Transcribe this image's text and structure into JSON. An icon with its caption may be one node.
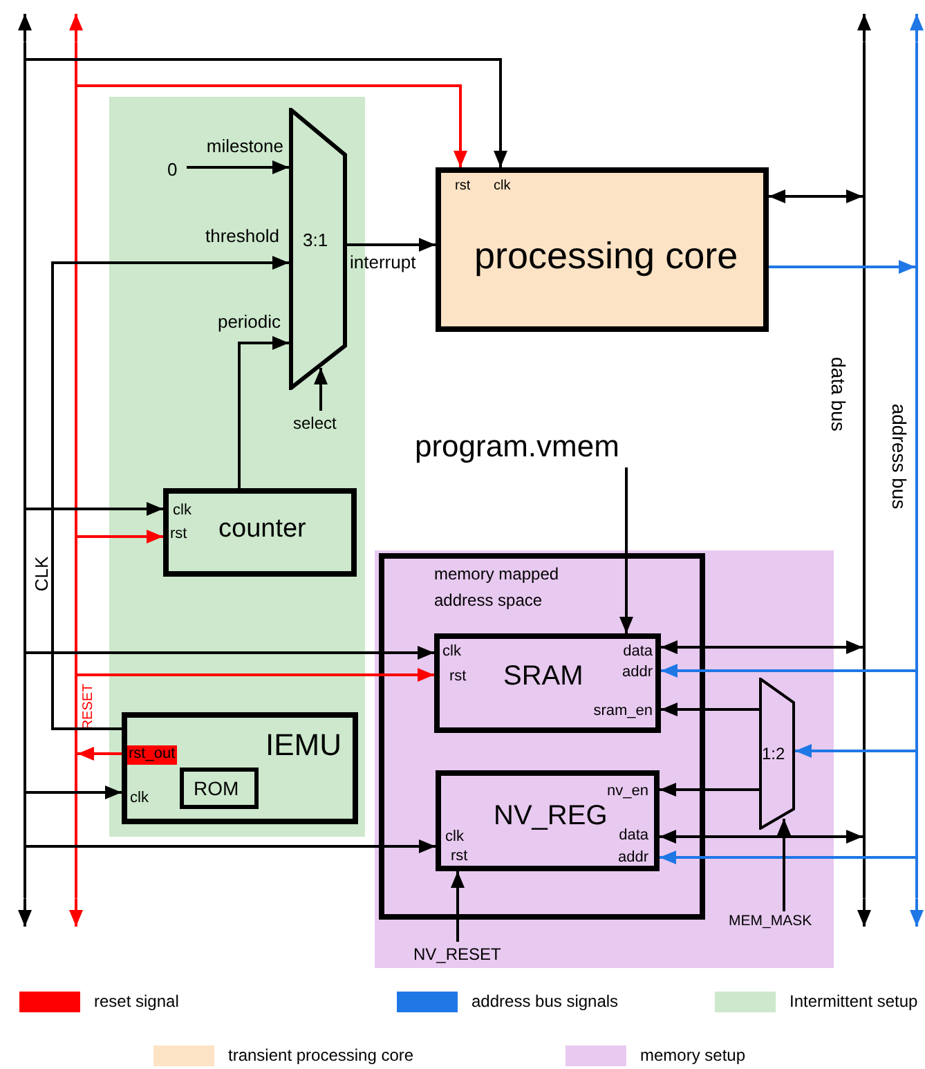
{
  "diagram": {
    "nodes": [
      {
        "text": [],
        "shape": "box"
      },
      {
        "text": [],
        "shape": "box"
      },
      {
        "text": [
          "3:1"
        ],
        "in": 0
      },
      {
        "text": [
          "0"
        ],
        "in": 0
      },
      {
        "text": [
          "select"
        ],
        "in": 0
      },
      {
        "text": [
          "rst",
          "clk",
          "processing core"
        ]
      },
      {
        "text": [
          "clk",
          "rst",
          "counter"
        ],
        "in": 0
      },
      {
        "text": [
          "IEMU",
          "rst_out",
          "clk"
        ],
        "in": 0
      },
      {
        "text": [
          "ROM"
        ],
        "in": 7
      },
      {
        "text": [
          "memory mapped address space"
        ],
        "in": 1
      },
      {
        "text": [
          "clk",
          "rst",
          "SRAM",
          "data",
          "addr",
          "sram_en"
        ],
        "in": 9
      },
      {
        "text": [
          "nv_en",
          "NV_REG",
          "clk",
          "rst",
          "data",
          "addr"
        ],
        "in": 9
      },
      {
        "text": [
          "1:2"
        ],
        "in": 1
      },
      {
        "text": [
          "program.vmem"
        ]
      },
      {
        "text": [
          "NV_RESET"
        ],
        "in": 1
      },
      {
        "text": [
          "MEM_MASK"
        ],
        "in": 1
      },
      {
        "text": [],
        "shape": "bar",
        "beside": [
          "CLK"
        ]
      },
      {
        "text": [],
        "shape": "bar",
        "beside": [
          "RESET"
        ]
      },
      {
        "text": [],
        "shape": "bar",
        "beside": [
          "data bus"
        ]
      },
      {
        "text": [],
        "shape": "bar",
        "beside": [
          "address bus"
        ]
      }
    ],
    "edges": [
      {
        "from": 16,
        "to": 5,
        "arrow": "to"
      },
      {
        "from": 17,
        "to": 5,
        "arrow": "to",
        "color": "#ff0000"
      },
      {
        "from": 3,
        "to": 2,
        "arrow": "to",
        "label": "milestone"
      },
      {
        "from": 7,
        "to": 2,
        "arrow": "to",
        "label": "threshold"
      },
      {
        "from": 6,
        "to": 2,
        "arrow": "to",
        "label": "periodic"
      },
      {
        "from": 4,
        "to": 2,
        "arrow": "to"
      },
      {
        "from": 2,
        "to": 5,
        "arrow": "to",
        "label": "interrupt"
      },
      {
        "from": 5,
        "to": 18,
        "arrow": "both"
      },
      {
        "from": 5,
        "to": 19,
        "arrow": "to",
        "color": "#1f77e6"
      },
      {
        "from": 16,
        "to": 6,
        "arrow": "to"
      },
      {
        "from": 17,
        "to": 6,
        "arrow": "to",
        "color": "#ff0000"
      },
      {
        "from": 16,
        "to": 10,
        "arrow": "to"
      },
      {
        "from": 17,
        "to": 10,
        "arrow": "to",
        "color": "#ff0000"
      },
      {
        "from": 7,
        "to": 17,
        "arrow": "to",
        "color": "#ff0000"
      },
      {
        "from": 16,
        "to": 7,
        "arrow": "to"
      },
      {
        "from": 16,
        "to": 11,
        "arrow": "to"
      },
      {
        "from": 13,
        "to": 10,
        "arrow": "to"
      },
      {
        "from": 14,
        "to": 11,
        "arrow": "to"
      },
      {
        "from": 10,
        "to": 18,
        "arrow": "both"
      },
      {
        "from": 19,
        "to": 10,
        "arrow": "to",
        "color": "#1f77e6"
      },
      {
        "from": 12,
        "to": 10,
        "arrow": "to"
      },
      {
        "from": 12,
        "to": 11,
        "arrow": "to"
      },
      {
        "from": 19,
        "to": 12,
        "arrow": "to",
        "color": "#1f77e6"
      },
      {
        "from": 11,
        "to": 18,
        "arrow": "both"
      },
      {
        "from": 19,
        "to": 11,
        "arrow": "to",
        "color": "#1f77e6"
      },
      {
        "from": 15,
        "to": 12,
        "arrow": "to"
      },
      {
        "from": 16,
        "to": null,
        "arrow": "to"
      },
      {
        "from": 16,
        "to": null,
        "arrow": "to"
      },
      {
        "from": 17,
        "to": null,
        "arrow": "to",
        "color": "#ff0000"
      },
      {
        "from": 17,
        "to": null,
        "arrow": "to",
        "color": "#ff0000"
      },
      {
        "from": 18,
        "to": null,
        "arrow": "to"
      },
      {
        "from": 18,
        "to": null,
        "arrow": "to"
      },
      {
        "from": 19,
        "to": null,
        "arrow": "to",
        "color": "#1f77e6"
      },
      {
        "from": 19,
        "to": null,
        "arrow": "to",
        "color": "#1f77e6"
      }
    ],
    "legend": [
      {
        "text": "reset signal",
        "color": "#ff0000"
      },
      {
        "text": "address bus signals",
        "color": "#1f77e6"
      },
      {
        "text": "Intermittent setup",
        "color": "#cde8cc"
      },
      {
        "text": "transient processing core",
        "color": "#fde3c5"
      },
      {
        "text": "memory setup",
        "color": "#e8c9f0"
      }
    ]
  }
}
